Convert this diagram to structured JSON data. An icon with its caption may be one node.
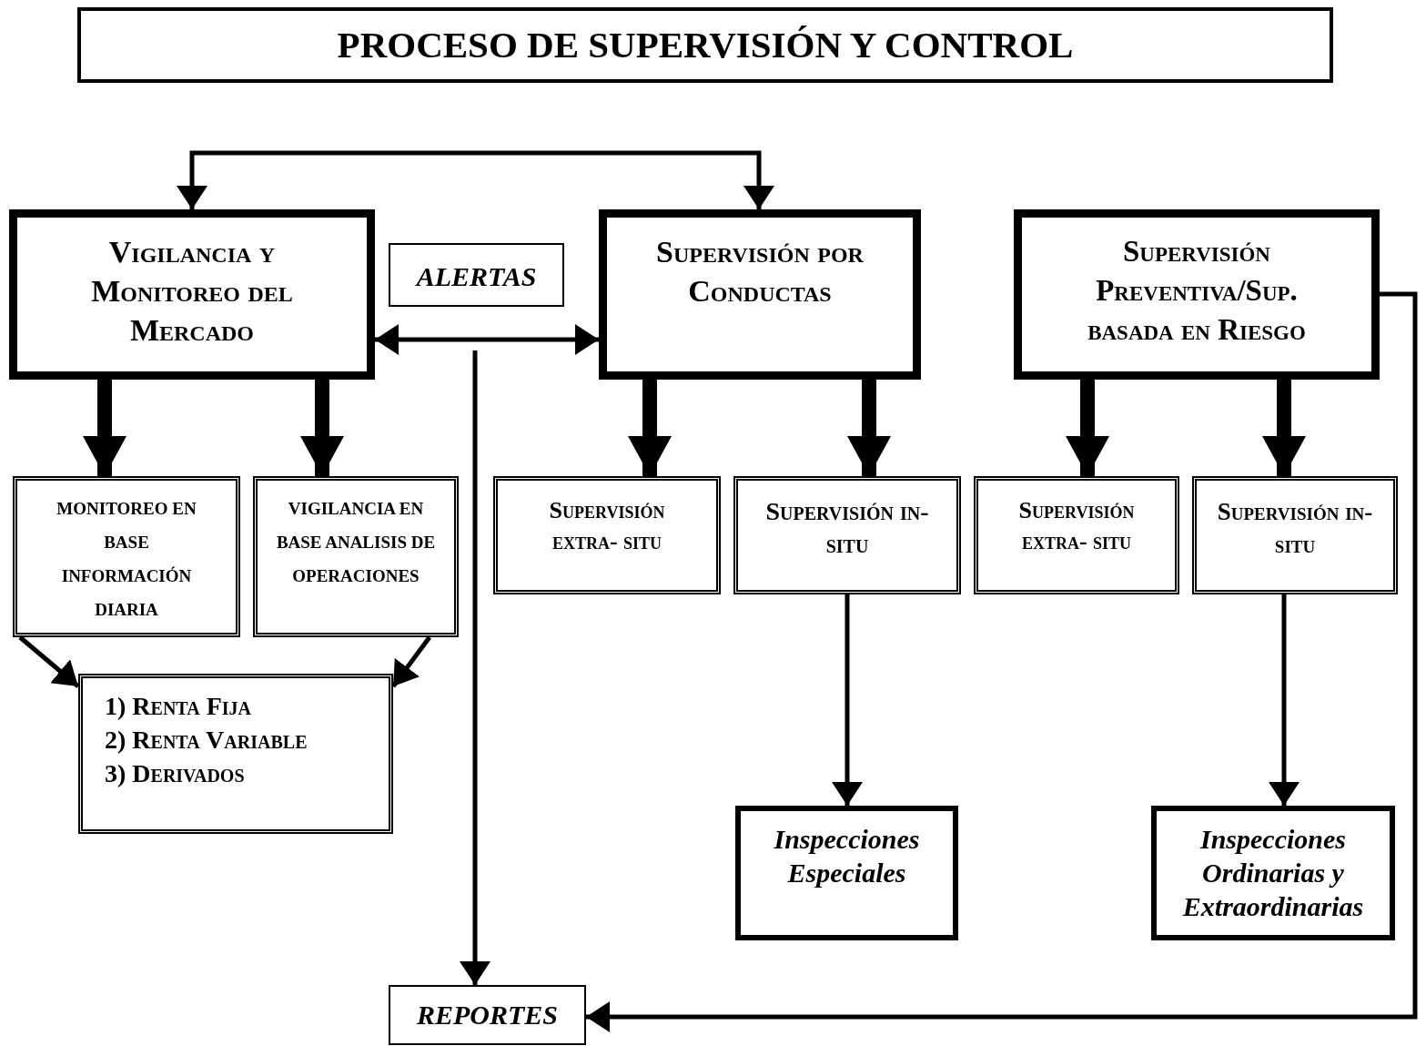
{
  "diagram": {
    "title": "PROCESO DE SUPERVISIÓN Y CONTROL",
    "nodes": [
      {
        "text": [
          "Vigilancia y Monitoreo del Mercado"
        ]
      },
      {
        "text": [
          "ALERTAS"
        ]
      },
      {
        "text": [
          "Supervisión por Conductas"
        ]
      },
      {
        "text": [
          "Supervisión Preventiva/Sup. basada en Riesgo"
        ]
      },
      {
        "text": [
          "MONITOREO EN BASE INFORMACIÓN DIARIA"
        ]
      },
      {
        "text": [
          "VIGILANCIA EN BASE ANALISIS DE OPERACIONES"
        ]
      },
      {
        "text": [
          "Supervisión extra- situ"
        ]
      },
      {
        "text": [
          "Supervisión in- situ"
        ]
      },
      {
        "text": [
          "Supervisión extra- situ"
        ]
      },
      {
        "text": [
          "Supervisión in-situ"
        ]
      },
      {
        "text": [
          "1) Renta Fija",
          "2) Renta Variable",
          "3) Derivados"
        ]
      },
      {
        "text": [
          "Inspecciones Especiales"
        ]
      },
      {
        "text": [
          "Inspecciones Ordinarias y Extraordinarias"
        ]
      },
      {
        "text": [
          "REPORTES"
        ]
      }
    ],
    "edges": [
      {
        "from": 0,
        "to": 2,
        "arrow": "both"
      },
      {
        "from": 0,
        "to": 2,
        "arrow": "both"
      },
      {
        "from": null,
        "to": 13,
        "arrow": "to"
      },
      {
        "from": 0,
        "to": 4,
        "arrow": "to",
        "style": "thick"
      },
      {
        "from": 0,
        "to": 5,
        "arrow": "to",
        "style": "thick"
      },
      {
        "from": 2,
        "to": 6,
        "arrow": "to",
        "style": "thick"
      },
      {
        "from": 2,
        "to": 7,
        "arrow": "to",
        "style": "thick"
      },
      {
        "from": 3,
        "to": 8,
        "arrow": "to",
        "style": "thick"
      },
      {
        "from": 3,
        "to": 9,
        "arrow": "to",
        "style": "thick"
      },
      {
        "from": 4,
        "to": 10,
        "arrow": "to"
      },
      {
        "from": 5,
        "to": 10,
        "arrow": "to"
      },
      {
        "from": 7,
        "to": 11,
        "arrow": "to"
      },
      {
        "from": 9,
        "to": 12,
        "arrow": "to"
      },
      {
        "from": 3,
        "to": 13,
        "arrow": "to"
      }
    ]
  }
}
